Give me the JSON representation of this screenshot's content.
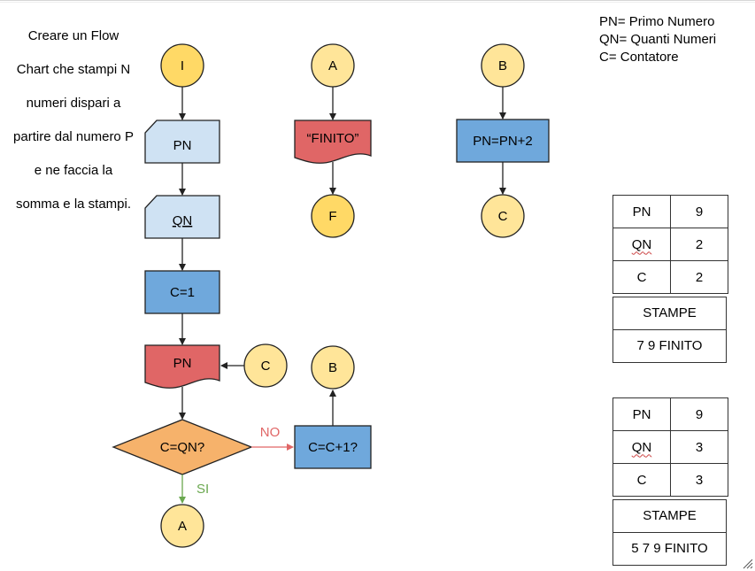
{
  "problem": {
    "lines": [
      "Creare un Flow",
      "Chart che stampi N",
      "numeri dispari a",
      "partire dal numero P",
      "e ne faccia la",
      "somma e la stampi."
    ]
  },
  "legend": {
    "items": [
      "PN= Primo Numero",
      "QN= Quanti Numeri",
      "C= Contatore"
    ]
  },
  "flow": {
    "start": "I",
    "input_pn": "PN",
    "input_qn": "QN",
    "init_c": "C=1",
    "print_pn": "PN",
    "connector_c": "C",
    "decision": "C=QN?",
    "no_label": "NO",
    "yes_label": "SI",
    "increment": "C=C+1?",
    "to_b": "B",
    "to_a": "A"
  },
  "flow_a": {
    "start": "A",
    "print": "“FINITO”",
    "end": "F"
  },
  "flow_b": {
    "start": "B",
    "process": "PN=PN+2",
    "end": "C"
  },
  "trace1": {
    "rows": [
      {
        "name": "PN",
        "value": "9"
      },
      {
        "name": "QN",
        "value": "2"
      },
      {
        "name": "C",
        "value": "2"
      }
    ],
    "prints_header": "STAMPE",
    "prints_value": "7 9 FINITO"
  },
  "trace2": {
    "rows": [
      {
        "name": "PN",
        "value": "9"
      },
      {
        "name": "QN",
        "value": "3"
      },
      {
        "name": "C",
        "value": "3"
      }
    ],
    "prints_header": "STAMPE",
    "prints_value": "5 7 9 FINITO"
  },
  "colors": {
    "connector_fill": "#ffd966",
    "connector_fill_light": "#ffe599",
    "io_fill": "#cfe2f3",
    "process_fill": "#6fa8dc",
    "print_fill": "#e06666",
    "decision_fill": "#f6b26b",
    "yes_arrow": "#6aa84f",
    "no_arrow": "#e06666"
  }
}
